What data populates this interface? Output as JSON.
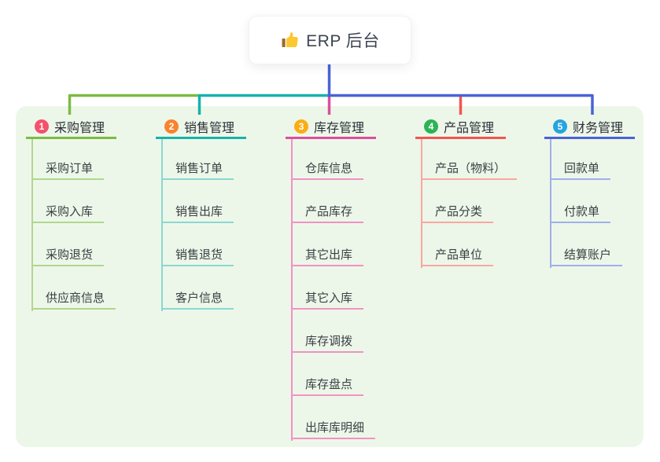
{
  "page": {
    "background": "#FFFFFF"
  },
  "panel": {
    "background": "#EDF7E9"
  },
  "root": {
    "icon": "thumbs-up-icon",
    "label": "ERP 后台",
    "line_color": "#4A62D8"
  },
  "branches": [
    {
      "num": "1",
      "label": "采购管理",
      "badge_color": "#F4526C",
      "line_color": "#7CBB44",
      "child_line_color": "#AFD78D",
      "children": [
        "采购订单",
        "采购入库",
        "采购退货",
        "供应商信息"
      ]
    },
    {
      "num": "2",
      "label": "销售管理",
      "badge_color": "#F8832D",
      "line_color": "#16B3AB",
      "child_line_color": "#8AD8D2",
      "children": [
        "销售订单",
        "销售出库",
        "销售退货",
        "客户信息"
      ]
    },
    {
      "num": "3",
      "label": "库存管理",
      "badge_color": "#FBAD14",
      "line_color": "#DB4F9E",
      "child_line_color": "#F291C4",
      "children": [
        "仓库信息",
        "产品库存",
        "其它出库",
        "其它入库",
        "库存调拨",
        "库存盘点",
        "出库库明细"
      ]
    },
    {
      "num": "4",
      "label": "产品管理",
      "badge_color": "#2BB356",
      "line_color": "#F4554E",
      "child_line_color": "#F9A7A1",
      "children": [
        "产品（物料）",
        "产品分类",
        "产品单位"
      ]
    },
    {
      "num": "5",
      "label": "财务管理",
      "badge_color": "#27A3E0",
      "line_color": "#4A62D8",
      "child_line_color": "#9FB0E9",
      "children": [
        "回款单",
        "付款单",
        "结算账户"
      ]
    }
  ]
}
